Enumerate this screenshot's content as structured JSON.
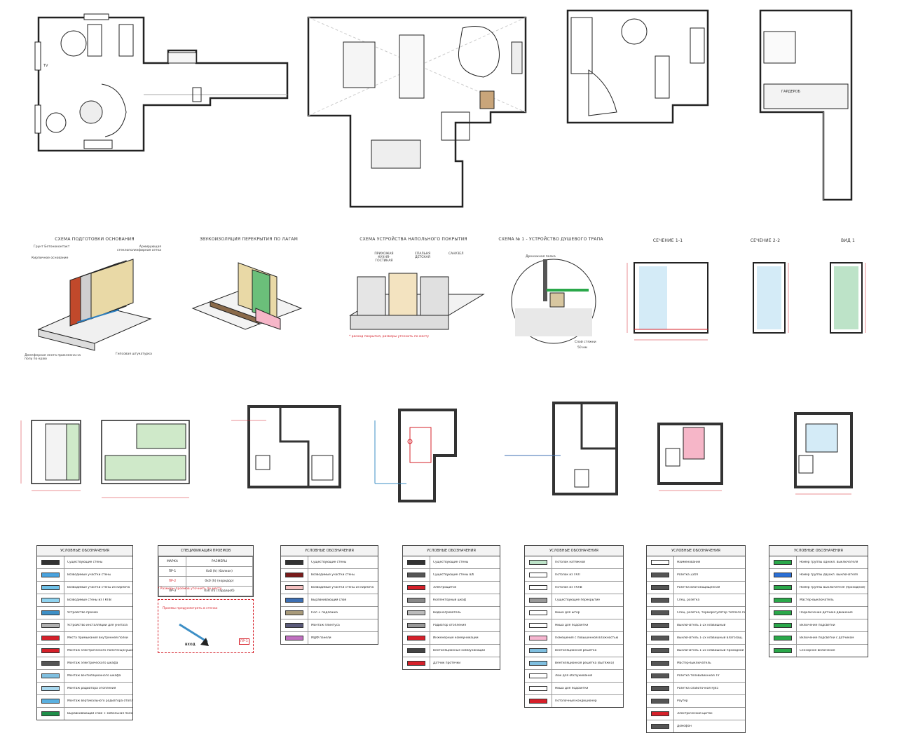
{
  "sections": {
    "base_prep": "СХЕМА ПОДГОТОВКИ ОСНОВАНИЯ",
    "floor_insulation": "ЗВУКОИЗОЛЯЦИЯ ПЕРЕКРЫТИЯ ПО ЛАГАМ",
    "floor_covering": "СХЕМА УСТРОЙСТВА НАПОЛЬНОГО ПОКРЫТИЯ",
    "shower_drain": "СХЕМА № 1 - УСТРОЙСТВО ДУШЕВОГО ТРАПА",
    "section_1": "СЕЧЕНИЕ 1-1",
    "section_2": "СЕЧЕНИЕ 2-2",
    "view_1": "ВИД 1"
  },
  "base_prep_labels": {
    "gruntovka": "Грунт Бетоноконтакт",
    "kladka": "Кирпичное основание",
    "armir": "Армирующая стеклополиэфирная сетка",
    "dempfer": "Демпферная лента приклеена на полу по краю",
    "shtukaturka": "Гипсовая штукатурка"
  },
  "floor_cover_labels": {
    "a": "ПРИХОЖАЯ КУХНЯ-ГОСТИНАЯ",
    "b": "СПАЛЬНЯ ДЕТСКАЯ",
    "c": "САНУЗЕЛ",
    "note": "* расход покрытия, размеры уточнить по месту"
  },
  "drain_labels": {
    "top": "Дренажная полка",
    "bottom": "Слой стяжки",
    "mm": "50 мм"
  },
  "legends": [
    {
      "title": "УСЛОВНЫЕ ОБОЗНАЧЕНИЯ",
      "rows": [
        {
          "text": "Существующие стены",
          "color": "#333333"
        },
        {
          "text": "Возводимые участки стены",
          "color": "#4aa3df"
        },
        {
          "text": "Возводимые участки стены из кирпича",
          "color": "#6fc1e8"
        },
        {
          "text": "Возводимые стены из ГКЛВ",
          "color": "#8fd3f0"
        },
        {
          "text": "Устройство проема",
          "color": "#3d8fc6"
        },
        {
          "text": "Устройство инсталляции для унитаза",
          "color": "#b0b0b0"
        },
        {
          "text": "Места примыкания внутренней полки",
          "color": "#d6202a"
        },
        {
          "text": "Монтаж электрического полотенцесушителя",
          "color": "#d6202a"
        },
        {
          "text": "Монтаж электрического шкафа",
          "color": "#555555"
        },
        {
          "text": "Монтаж вентиляционного шкафа",
          "color": "#7fbfe0"
        },
        {
          "text": "Монтаж радиатора отопления",
          "color": "#a8d8ef"
        },
        {
          "text": "Монтаж вертикального радиатора отопления",
          "color": "#5ab0e0"
        },
        {
          "text": "Выравнивающий слой + мебельная полка",
          "color": "#1f8f4a"
        }
      ]
    },
    {
      "title": "УСЛОВНЫЕ ОБОЗНАЧЕНИЯ",
      "rows": [
        {
          "text": "Существующие стены",
          "color": "#333333"
        },
        {
          "text": "Возводимые участки стены",
          "color": "#7a1b1b"
        },
        {
          "text": "Возводимые участки стены из кирпича",
          "color": "#f5c0c0"
        },
        {
          "text": "Выравнивающий слой",
          "color": "#3d6fb3"
        },
        {
          "text": "Пол + подложка",
          "color": "#a89a7a"
        },
        {
          "text": "Монтаж плинтуса",
          "color": "#5a5a7a"
        },
        {
          "text": "МДФ панели",
          "color": "#c070c0"
        }
      ]
    },
    {
      "title": "УСЛОВНЫЕ ОБОЗНАЧЕНИЯ",
      "rows": [
        {
          "text": "Существующие стены",
          "color": "#333333"
        },
        {
          "text": "Существующие стены в/б",
          "color": "#555555"
        },
        {
          "text": "Электрощиток",
          "color": "#d6202a"
        },
        {
          "text": "Коллекторный шкаф",
          "color": "#888888"
        },
        {
          "text": "Водонагреватель",
          "color": "#bbbbbb"
        },
        {
          "text": "Радиатор отопления",
          "color": "#999999"
        },
        {
          "text": "Инженерные коммуникации",
          "color": "#d6202a"
        },
        {
          "text": "Вентиляционные коммуникации",
          "color": "#444444"
        },
        {
          "text": "Датчик протечки",
          "color": "#d6202a"
        }
      ]
    },
    {
      "title": "УСЛОВНЫЕ ОБОЗНАЧЕНИЯ",
      "rows": [
        {
          "text": "Потолок натяжной",
          "color": "#bde3c8"
        },
        {
          "text": "Потолок из ГКЛ",
          "color": "#ffffff"
        },
        {
          "text": "Потолок из ГКЛВ",
          "color": "#ffffff"
        },
        {
          "text": "Существующее перекрытие",
          "color": "#999999"
        },
        {
          "text": "Ниша для штор",
          "color": "#ffffff"
        },
        {
          "text": "Ниша для подсветки",
          "color": "#ffffff"
        },
        {
          "text": "Помещения с повышенной влажностью",
          "color": "#f6b6d0"
        },
        {
          "text": "Вентиляционная решетка",
          "color": "#7fbfe0"
        },
        {
          "text": "Вентиляционная решетка (вытяжка)",
          "color": "#7fbfe0"
        },
        {
          "text": "Люк для обслуживания",
          "color": "#ffffff"
        },
        {
          "text": "Ниша для подсветки",
          "color": "#ffffff"
        },
        {
          "text": "Потолочный кондиционер",
          "color": "#d6202a"
        }
      ]
    },
    {
      "title": "УСЛОВНЫЕ ОБОЗНАЧЕНИЯ",
      "rows": [
        {
          "text": "Наименование",
          "color": "#ffffff"
        },
        {
          "text": "Розетка 220V",
          "color": "#555555"
        },
        {
          "text": "Розетка влагозащищенная",
          "color": "#555555"
        },
        {
          "text": "Спец. розетка",
          "color": "#555555"
        },
        {
          "text": "Спец. розетка, терморегулятор теплого пола",
          "color": "#555555"
        },
        {
          "text": "Выключатель 1-2х клавишный",
          "color": "#555555"
        },
        {
          "text": "Выключатель 1-2х клавишный влагозащ.",
          "color": "#555555"
        },
        {
          "text": "Выключатель 1-2х клавишный проходной",
          "color": "#555555"
        },
        {
          "text": "Мастер-выключатель",
          "color": "#555555"
        },
        {
          "text": "Розетка телевизионная TV",
          "color": "#555555"
        },
        {
          "text": "Розетка слаботочная RJ45",
          "color": "#555555"
        },
        {
          "text": "Роутер",
          "color": "#555555"
        },
        {
          "text": "Электрический щиток",
          "color": "#d6202a"
        },
        {
          "text": "Домофон",
          "color": "#555555"
        }
      ]
    },
    {
      "title": "УСЛОВНЫЕ ОБОЗНАЧЕНИЯ",
      "rows": [
        {
          "text": "Номер группы однокл. выключателя",
          "color": "#2aa84a"
        },
        {
          "text": "Номер группы двухкл. выключателя",
          "color": "#2a6fd6"
        },
        {
          "text": "Номер группы выключателя (проходной)",
          "color": "#2aa84a"
        },
        {
          "text": "Мастер-выключатель",
          "color": "#2aa84a"
        },
        {
          "text": "Подключение датчика движения",
          "color": "#2aa84a"
        },
        {
          "text": "Включение подсветки",
          "color": "#2aa84a"
        },
        {
          "text": "Включение подсветки с датчиком",
          "color": "#2aa84a"
        },
        {
          "text": "Сенсорное включение",
          "color": "#2aa84a"
        }
      ]
    }
  ],
  "spec_table": {
    "title": "СПЕЦИФИКАЦИЯ ПРОЕМОВ",
    "headers": [
      "МАРКА",
      "РАЗМЕРЫ"
    ],
    "rows": [
      {
        "mark": "ПР-1",
        "size": "0х0 (h) (балкон)"
      },
      {
        "mark": "ПР-2",
        "size": "0х0 (h) (коридор)"
      },
      {
        "mark": "ПР-3",
        "size": "0х0 (h) (гардероб)"
      }
    ],
    "note": "* Размеры проемов уточнить по месту"
  },
  "note_box": {
    "text": "Проемы предусмотреть в стенах",
    "entry": "ВХОД",
    "ref": "ПР-1"
  },
  "plan_texts": {
    "tv": "TV",
    "wardrobe": "ГАРДЕРОБ"
  }
}
